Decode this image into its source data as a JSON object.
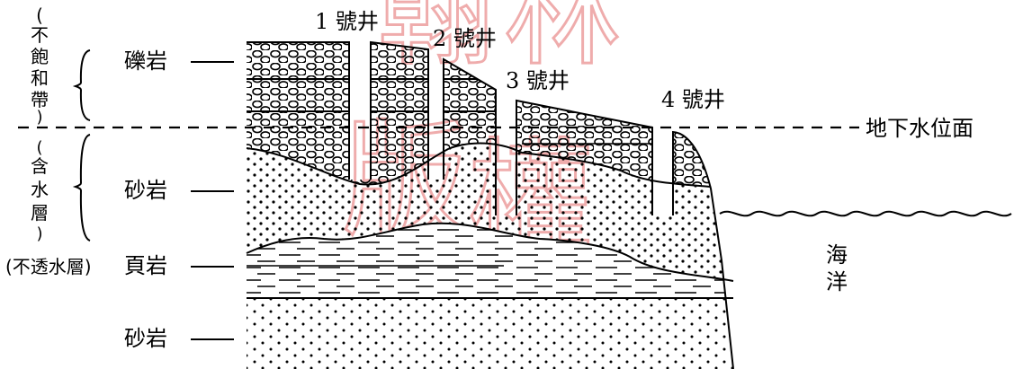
{
  "left_brackets": {
    "unsaturated_zone": [
      "(",
      "不",
      "飽",
      "和",
      "帶",
      ")"
    ],
    "aquifer": [
      "(",
      "含",
      "水",
      "層",
      ")"
    ]
  },
  "rock_labels": {
    "conglomerate": "礫岩",
    "sandstone_upper": "砂岩",
    "shale_note": "(不透水層)",
    "shale": "頁岩",
    "sandstone_lower": "砂岩"
  },
  "wells": [
    {
      "label": "1 號井"
    },
    {
      "label": "2 號井"
    },
    {
      "label": "3 號井"
    },
    {
      "label": "4 號井"
    }
  ],
  "water_table_label": "地下水位面",
  "ocean_label": [
    "海",
    "洋"
  ],
  "watermark": [
    "翰",
    "林",
    "版",
    "權"
  ],
  "colors": {
    "ink": "#000000",
    "watermark": "#e26a6a"
  }
}
